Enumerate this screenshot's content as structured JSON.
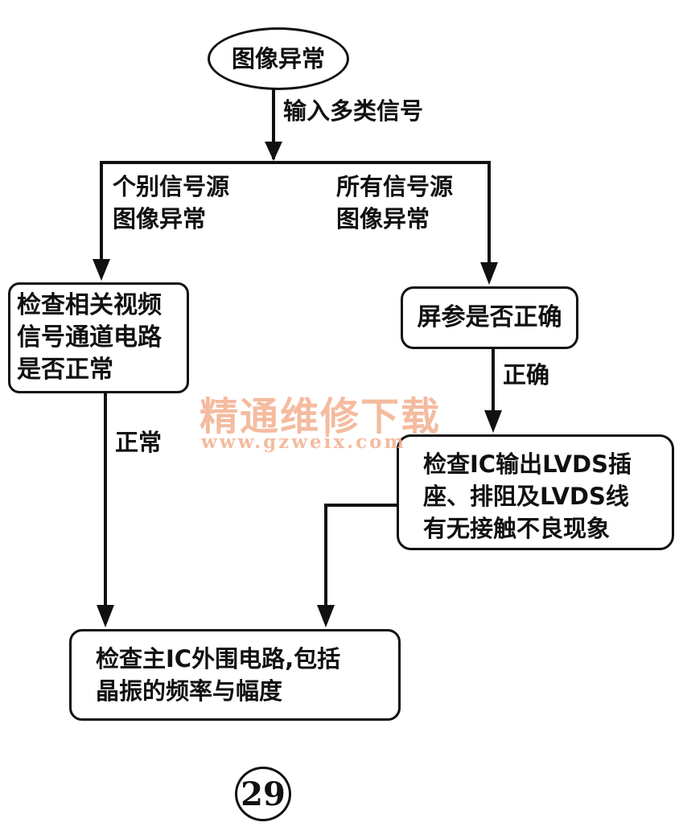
{
  "nodes": {
    "start": "图像异常",
    "left_check": [
      "检查相关视频",
      "信号通道电路",
      "是否正常"
    ],
    "screen_param": "屏参是否正确",
    "lvds_check": [
      "检查IC输出LVDS插",
      "座、排阻及LVDS线",
      "有无接触不良现象"
    ],
    "main_ic_check": [
      "检查主IC外围电路,包括",
      "晶振的频率与幅度"
    ]
  },
  "edges": {
    "input_signals": "输入多类信号",
    "individual_source": [
      "个别信号源",
      "图像异常"
    ],
    "all_sources": [
      "所有信号源",
      "图像异常"
    ],
    "correct": "正确",
    "normal": "正常"
  },
  "watermark": {
    "name": "精通维修下载",
    "url": "www.gzweix.com"
  },
  "figure_number": "29",
  "colors": {
    "ink": "#111111",
    "watermark": "#f3b08f"
  }
}
